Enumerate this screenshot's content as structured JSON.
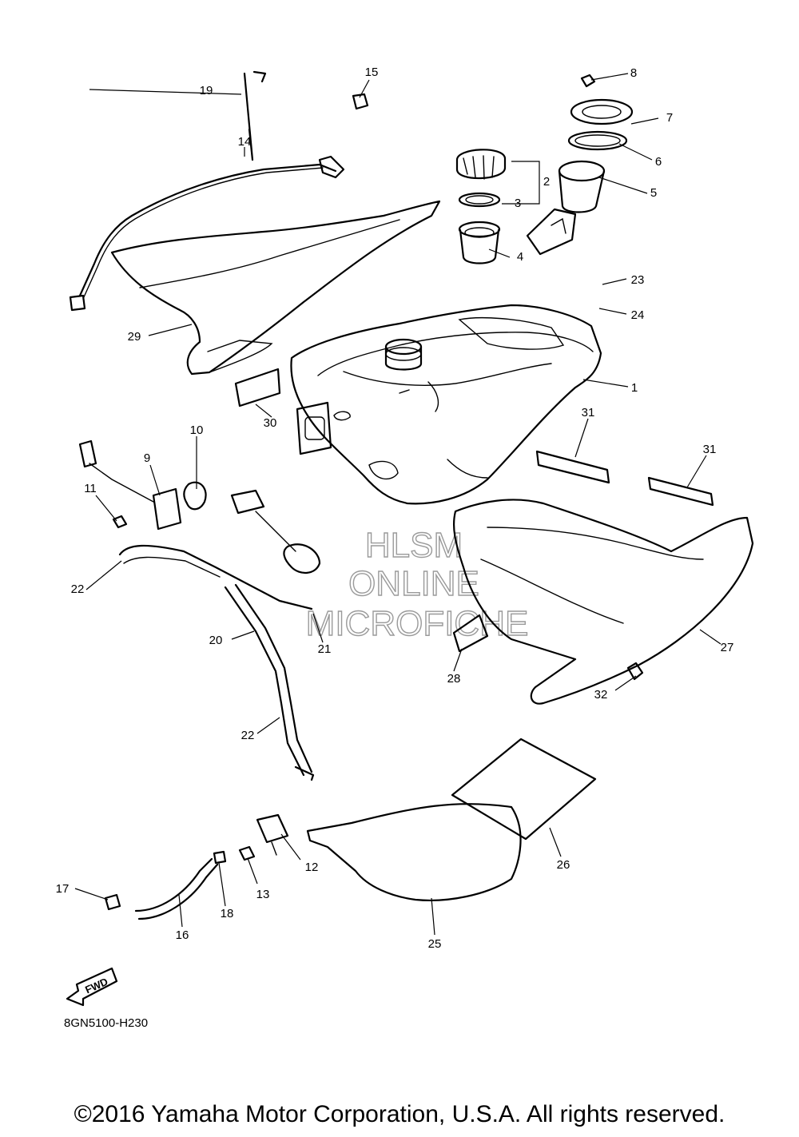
{
  "callouts": {
    "c1": "1",
    "c2": "2",
    "c3": "3",
    "c4": "4",
    "c5": "5",
    "c6": "6",
    "c7": "7",
    "c8": "8",
    "c9": "9",
    "c10": "10",
    "c11": "11",
    "c12": "12",
    "c13": "13",
    "c14": "14",
    "c15": "15",
    "c16": "16",
    "c17": "17",
    "c18": "18",
    "c19": "19",
    "c20": "20",
    "c21": "21",
    "c22a": "22",
    "c22b": "22",
    "c23": "23",
    "c24": "24",
    "c25": "25",
    "c26": "26",
    "c27": "27",
    "c28": "28",
    "c29": "29",
    "c30": "30",
    "c31a": "31",
    "c31b": "31",
    "c32": "32"
  },
  "watermark": {
    "line1": "HLSM",
    "line2": "ONLINE",
    "line3": "MICROFICHE"
  },
  "fwd_label": "FWD",
  "diagram_code": "8GN5100-H230",
  "copyright": "©2016 Yamaha Motor Corporation, U.S.A. All rights reserved."
}
